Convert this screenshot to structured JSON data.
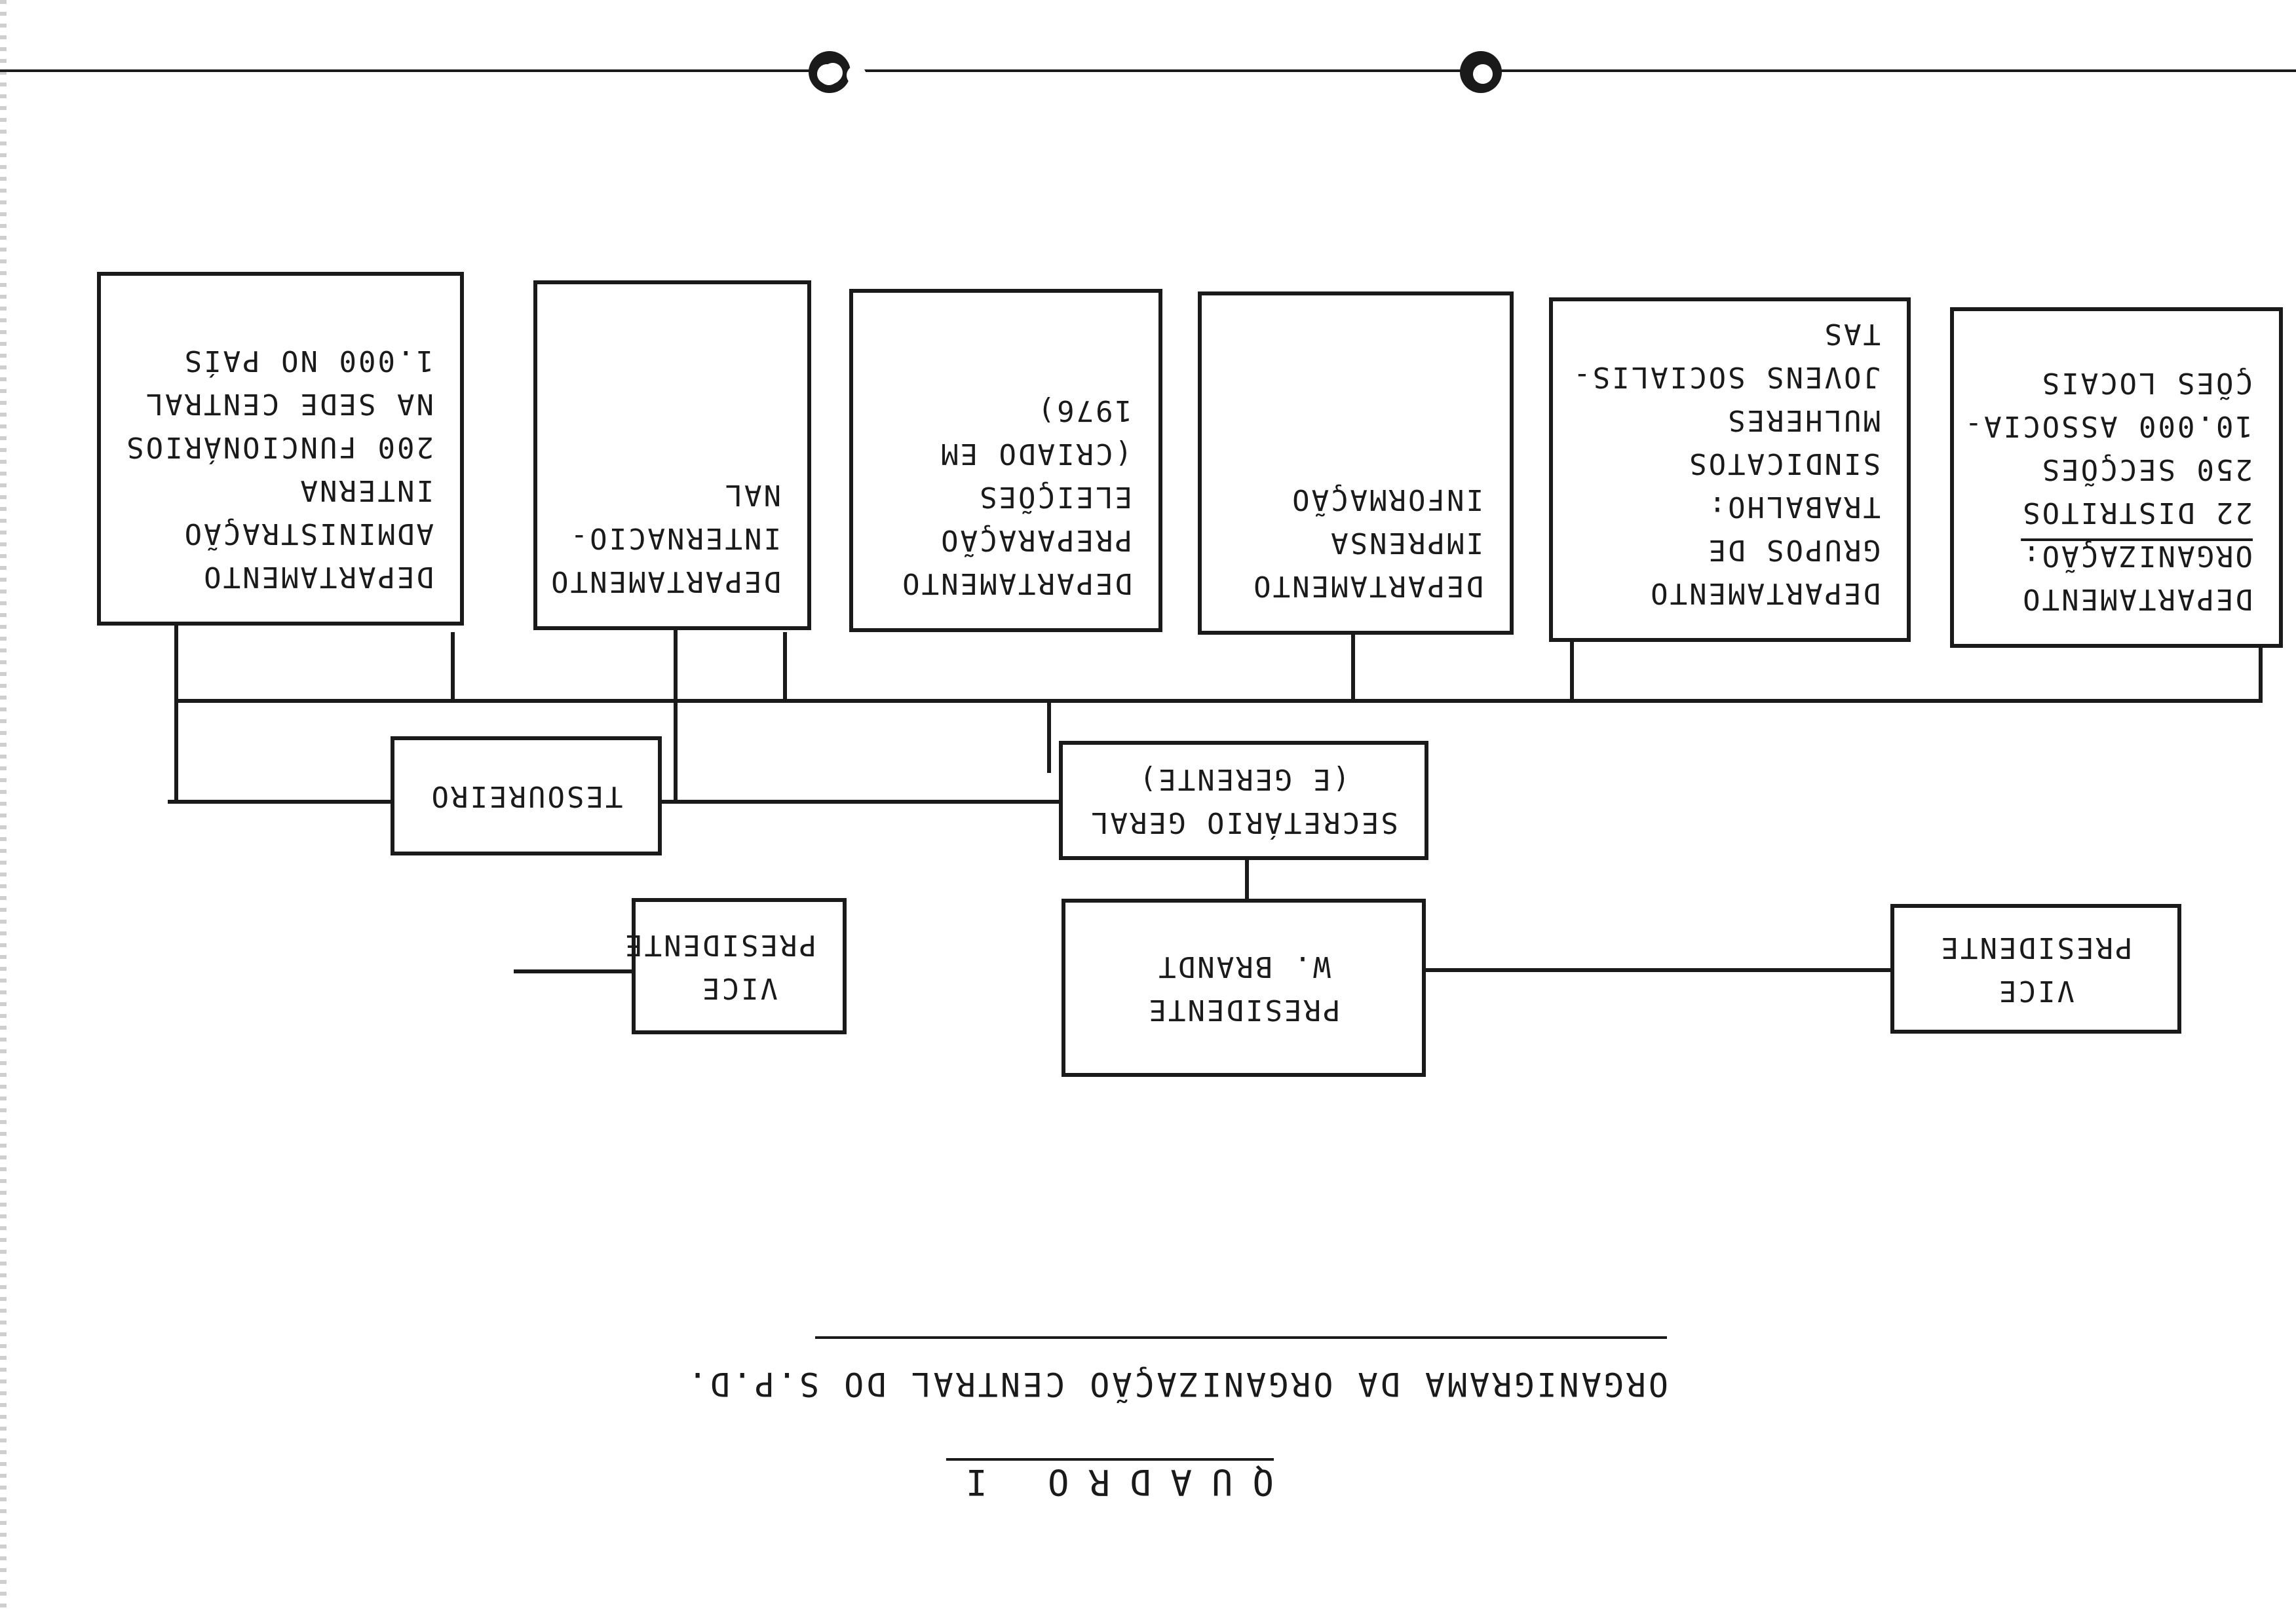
{
  "quadro": "QUADRO I",
  "title": "ORGANIGRAMA DA ORGANIZAÇÃO CENTRAL DO S.P.D.",
  "president": [
    "PRESIDENTE",
    "W. BRANDT"
  ],
  "vice_left": [
    "VICE",
    "PRESIDENTE"
  ],
  "vice_right": [
    "VICE",
    "PRESIDENTE"
  ],
  "secretary": [
    "SECRETÁRIO GERAL",
    "(E GERENTE)"
  ],
  "treasurer": "TESOUREIRO",
  "departments": {
    "organizacao": [
      "DEPARTAMENTO",
      "ORGANIZAÇÃO:",
      "22 DISTRITOS",
      "250 SECÇÕES",
      "10.000 ASSOCIA-",
      "ÇÕES LOCAIS"
    ],
    "grupos": [
      "DEPARTAMENTO",
      "GRUPOS DE",
      "TRABALHO:",
      "SINDICATOS",
      "MULHERES",
      "JOVENS SOCIALIS-",
      "TAS"
    ],
    "imprensa": [
      "DEPARTAMENTO",
      "IMPRENSA",
      "INFORMAÇÃO"
    ],
    "eleicoes": [
      "DEPARTAMENTO",
      "PREPARAÇÃO",
      "ELEIÇÕES",
      "(CRIADO EM",
      "1976)"
    ],
    "internacional": [
      "DEPARTAMENTO",
      "INTERNACIO-",
      "NAL"
    ],
    "administracao": [
      "DEPARTAMENTO",
      "ADMINISTRAÇÃO",
      "INTERNA",
      "200 FUNCIONÁRIOS",
      "NA SEDE CENTRAL",
      "1.000 NO PAÍS"
    ]
  }
}
